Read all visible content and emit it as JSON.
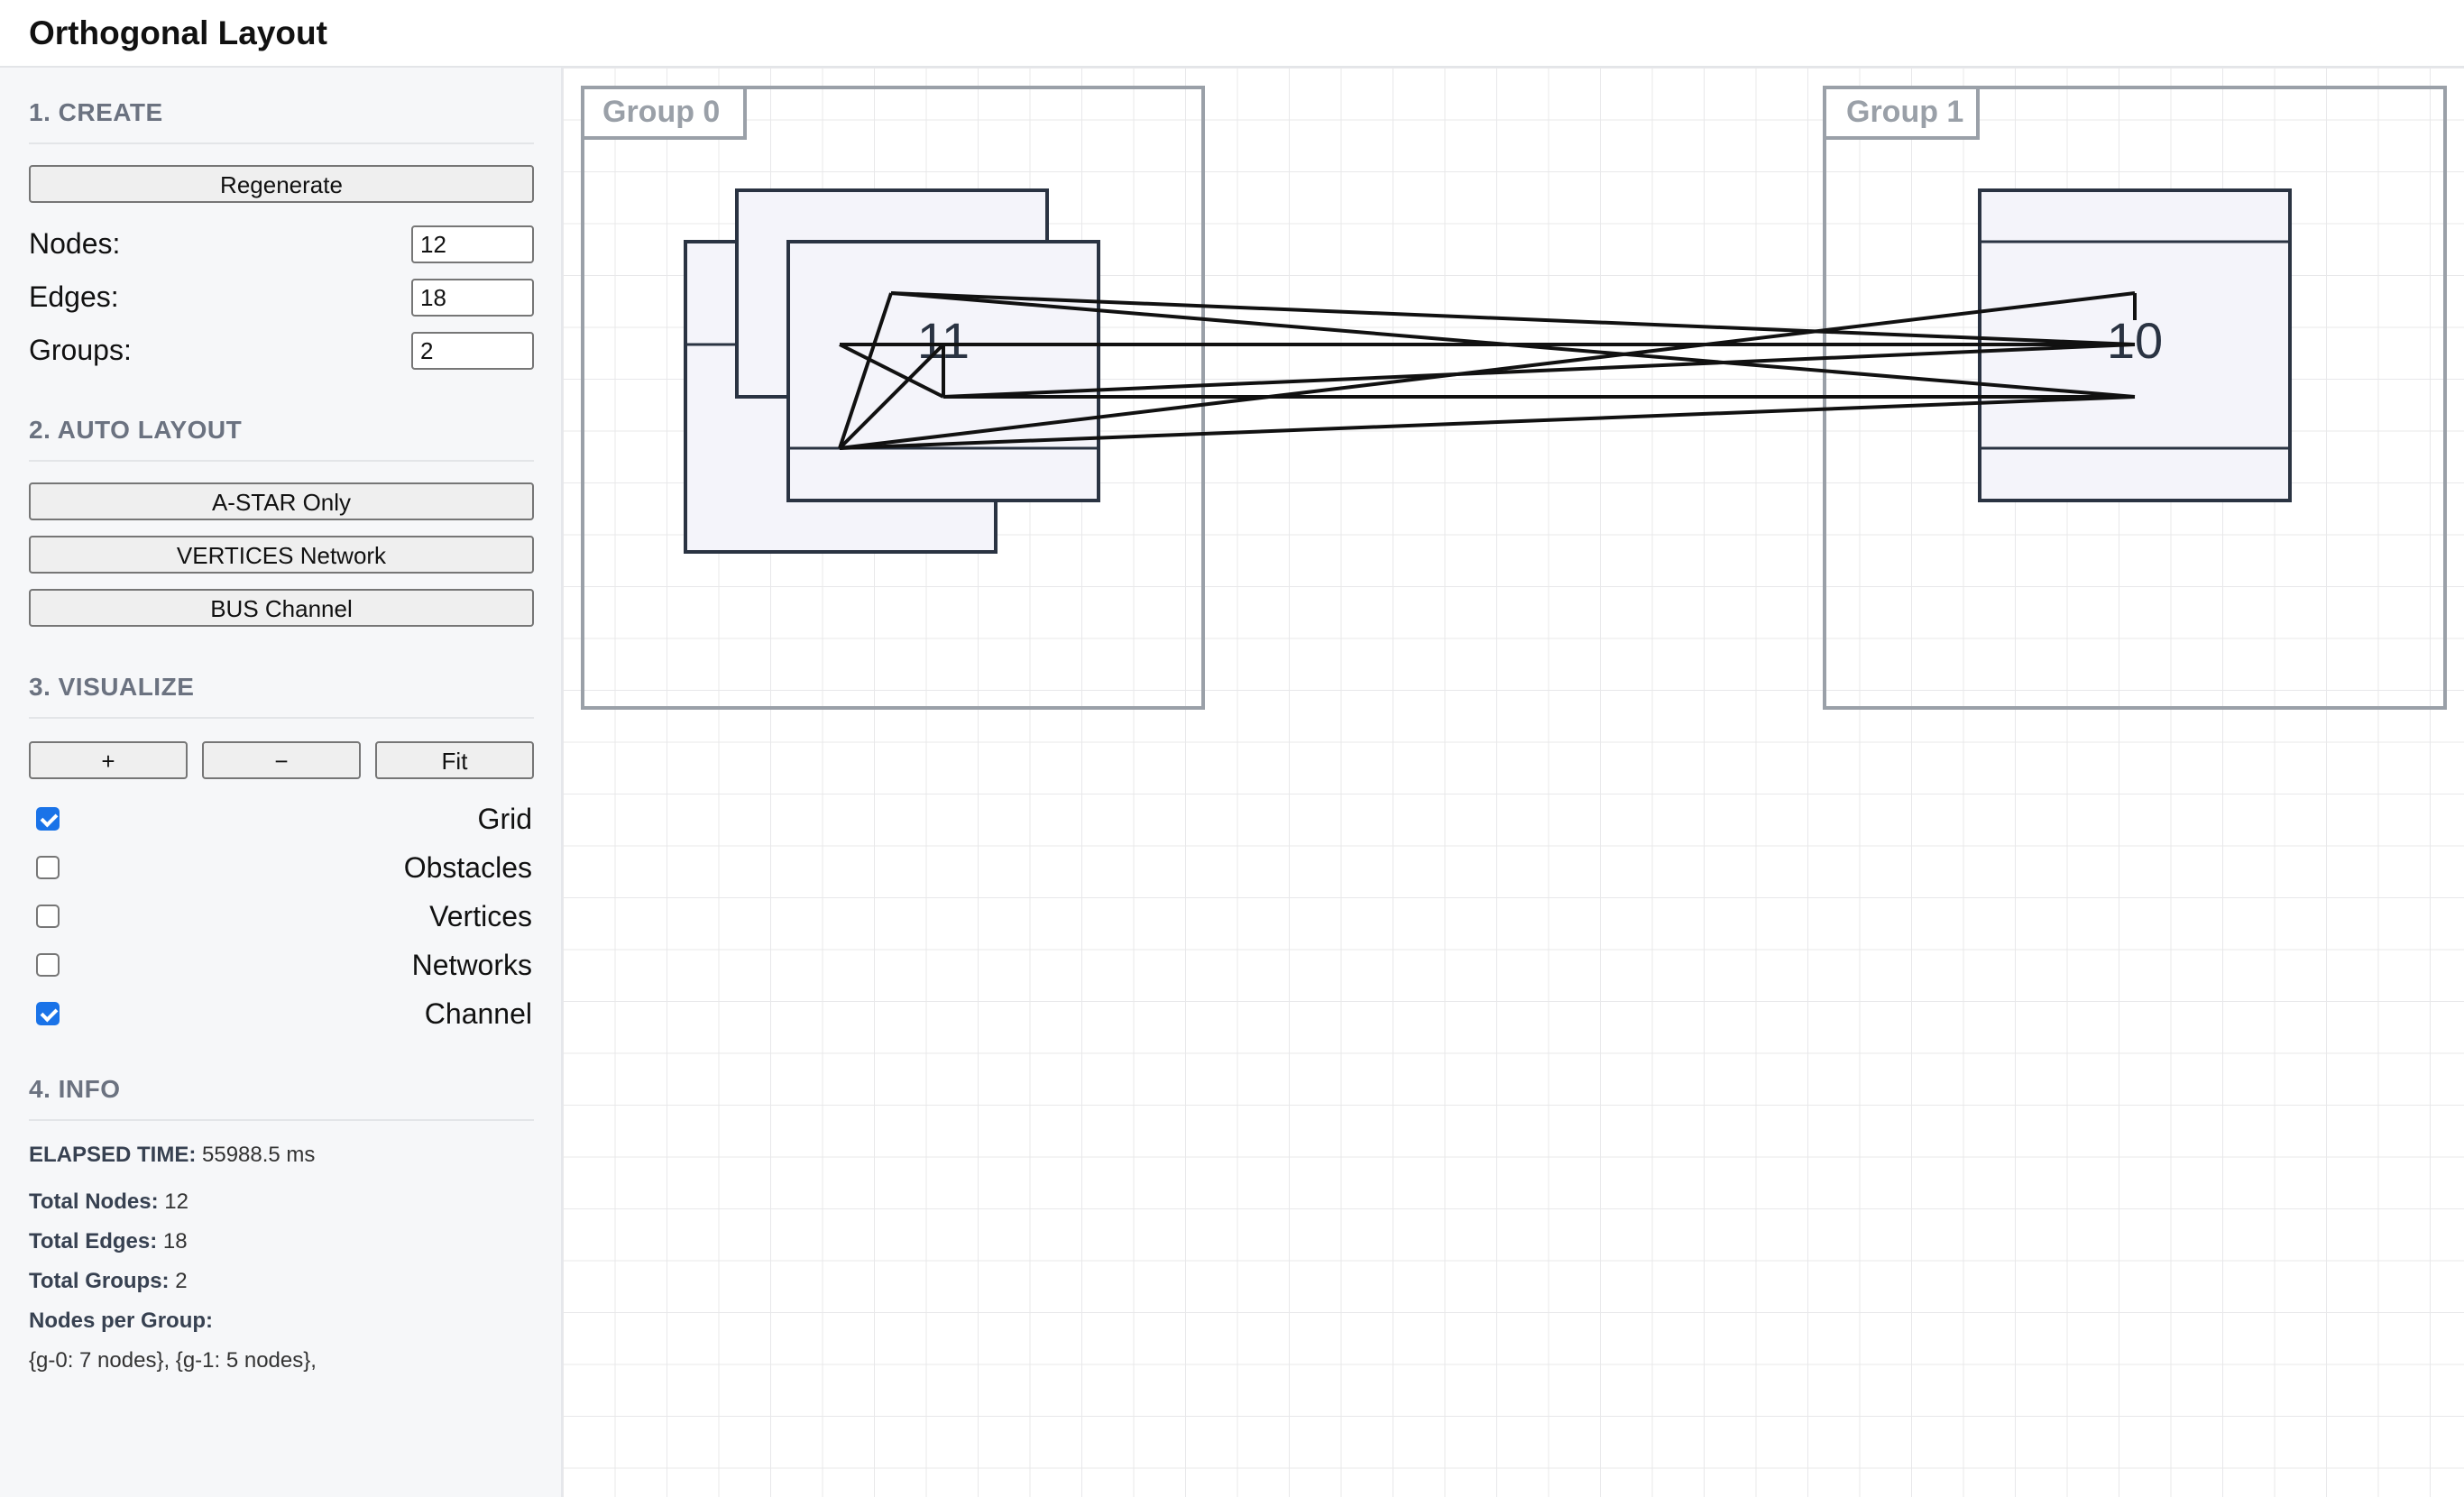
{
  "app": {
    "title": "Orthogonal Layout"
  },
  "sections": {
    "create": "1. CREATE",
    "auto_layout": "2. AUTO LAYOUT",
    "visualize": "3. VISUALIZE",
    "info": "4. INFO"
  },
  "create": {
    "regenerate_label": "Regenerate",
    "nodes_label": "Nodes:",
    "nodes_value": "12",
    "edges_label": "Edges:",
    "edges_value": "18",
    "groups_label": "Groups:",
    "groups_value": "2"
  },
  "auto_layout": {
    "astar_label": "A-STAR Only",
    "vertices_label": "VERTICES Network",
    "bus_label": "BUS Channel"
  },
  "visualize": {
    "zoom_in_label": "+",
    "zoom_out_label": "−",
    "fit_label": "Fit",
    "toggles": [
      {
        "label": "Grid",
        "checked": true
      },
      {
        "label": "Obstacles",
        "checked": false
      },
      {
        "label": "Vertices",
        "checked": false
      },
      {
        "label": "Networks",
        "checked": false
      },
      {
        "label": "Channel",
        "checked": true
      }
    ]
  },
  "info": {
    "elapsed_label": "ELAPSED TIME:",
    "elapsed_value": " 55988.5 ms",
    "total_nodes_label": "Total Nodes:",
    "total_nodes_value": " 12",
    "total_edges_label": "Total Edges:",
    "total_edges_value": " 18",
    "total_groups_label": "Total Groups:",
    "total_groups_value": " 2",
    "nodes_per_group_label": "Nodes per Group:",
    "nodes_per_group_value": "{g-0: 7 nodes}, {g-1: 5 nodes},"
  },
  "canvas": {
    "group_0_label": "Group 0",
    "group_1_label": "Group 1",
    "node_label_a": "11",
    "node_label_b": "10"
  },
  "colors": {
    "node_fill": "#f4f4fa",
    "node_stroke": "#2a3342",
    "group_stroke": "#9aa0a8",
    "grid_line": "#e8e8ea",
    "edge": "#111111",
    "checkbox_checked": "#1a73e8"
  }
}
